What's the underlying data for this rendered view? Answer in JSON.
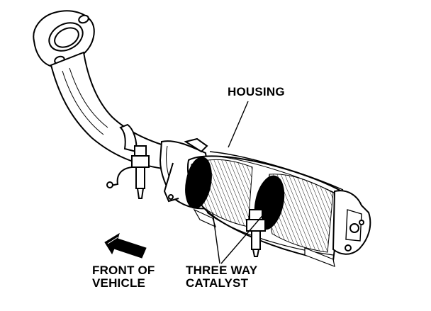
{
  "labels": {
    "housing": "HOUSING",
    "front_line1": "FRONT OF",
    "front_line2": "VEHICLE",
    "catalyst_line1": "THREE WAY",
    "catalyst_line2": "CATALYST"
  },
  "colors": {
    "ink": "#000000",
    "paper": "#ffffff"
  }
}
